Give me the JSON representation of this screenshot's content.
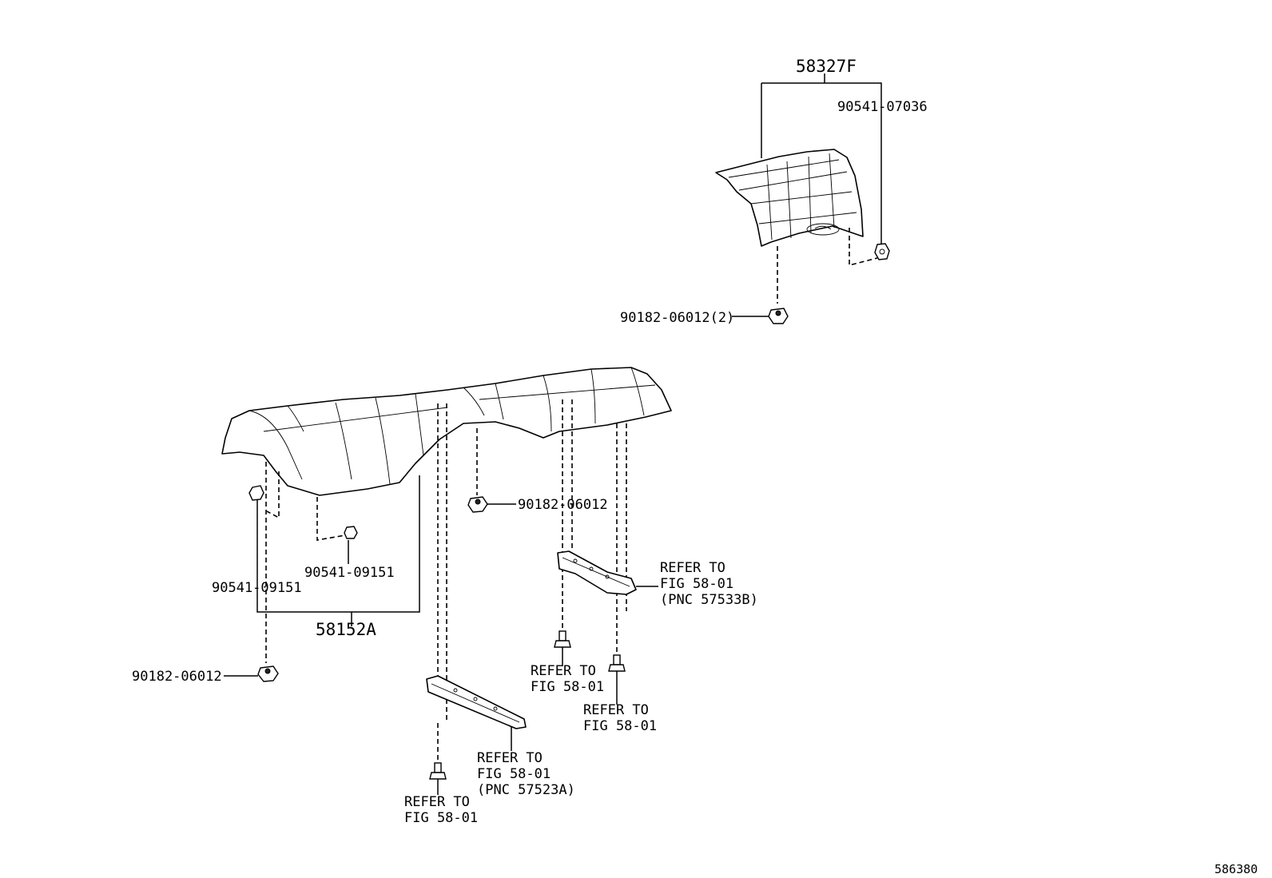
{
  "labels": {
    "p58327f": "58327F",
    "p90541_07036": "90541-07036",
    "p90182_06012_2": "90182-06012(2)",
    "p90182_06012_mid": "90182-06012",
    "p90182_06012_left": "90182-06012",
    "p90541_09151_a": "90541-09151",
    "p90541_09151_b": "90541-09151",
    "p58152a": "58152A",
    "ref_b_l1": "REFER TO",
    "ref_b_l2": "FIG 58-01",
    "ref_b_l3": "(PNC 57533B)",
    "ref_c_l1": "REFER TO",
    "ref_c_l2": "FIG 58-01",
    "ref_d_l1": "REFER TO",
    "ref_d_l2": "FIG 58-01",
    "ref_a_l1": "REFER TO",
    "ref_a_l2": "FIG 58-01",
    "ref_a_l3": "(PNC 57523A)",
    "ref_e_l1": "REFER TO",
    "ref_e_l2": "FIG 58-01",
    "diagram_id": "586380"
  }
}
